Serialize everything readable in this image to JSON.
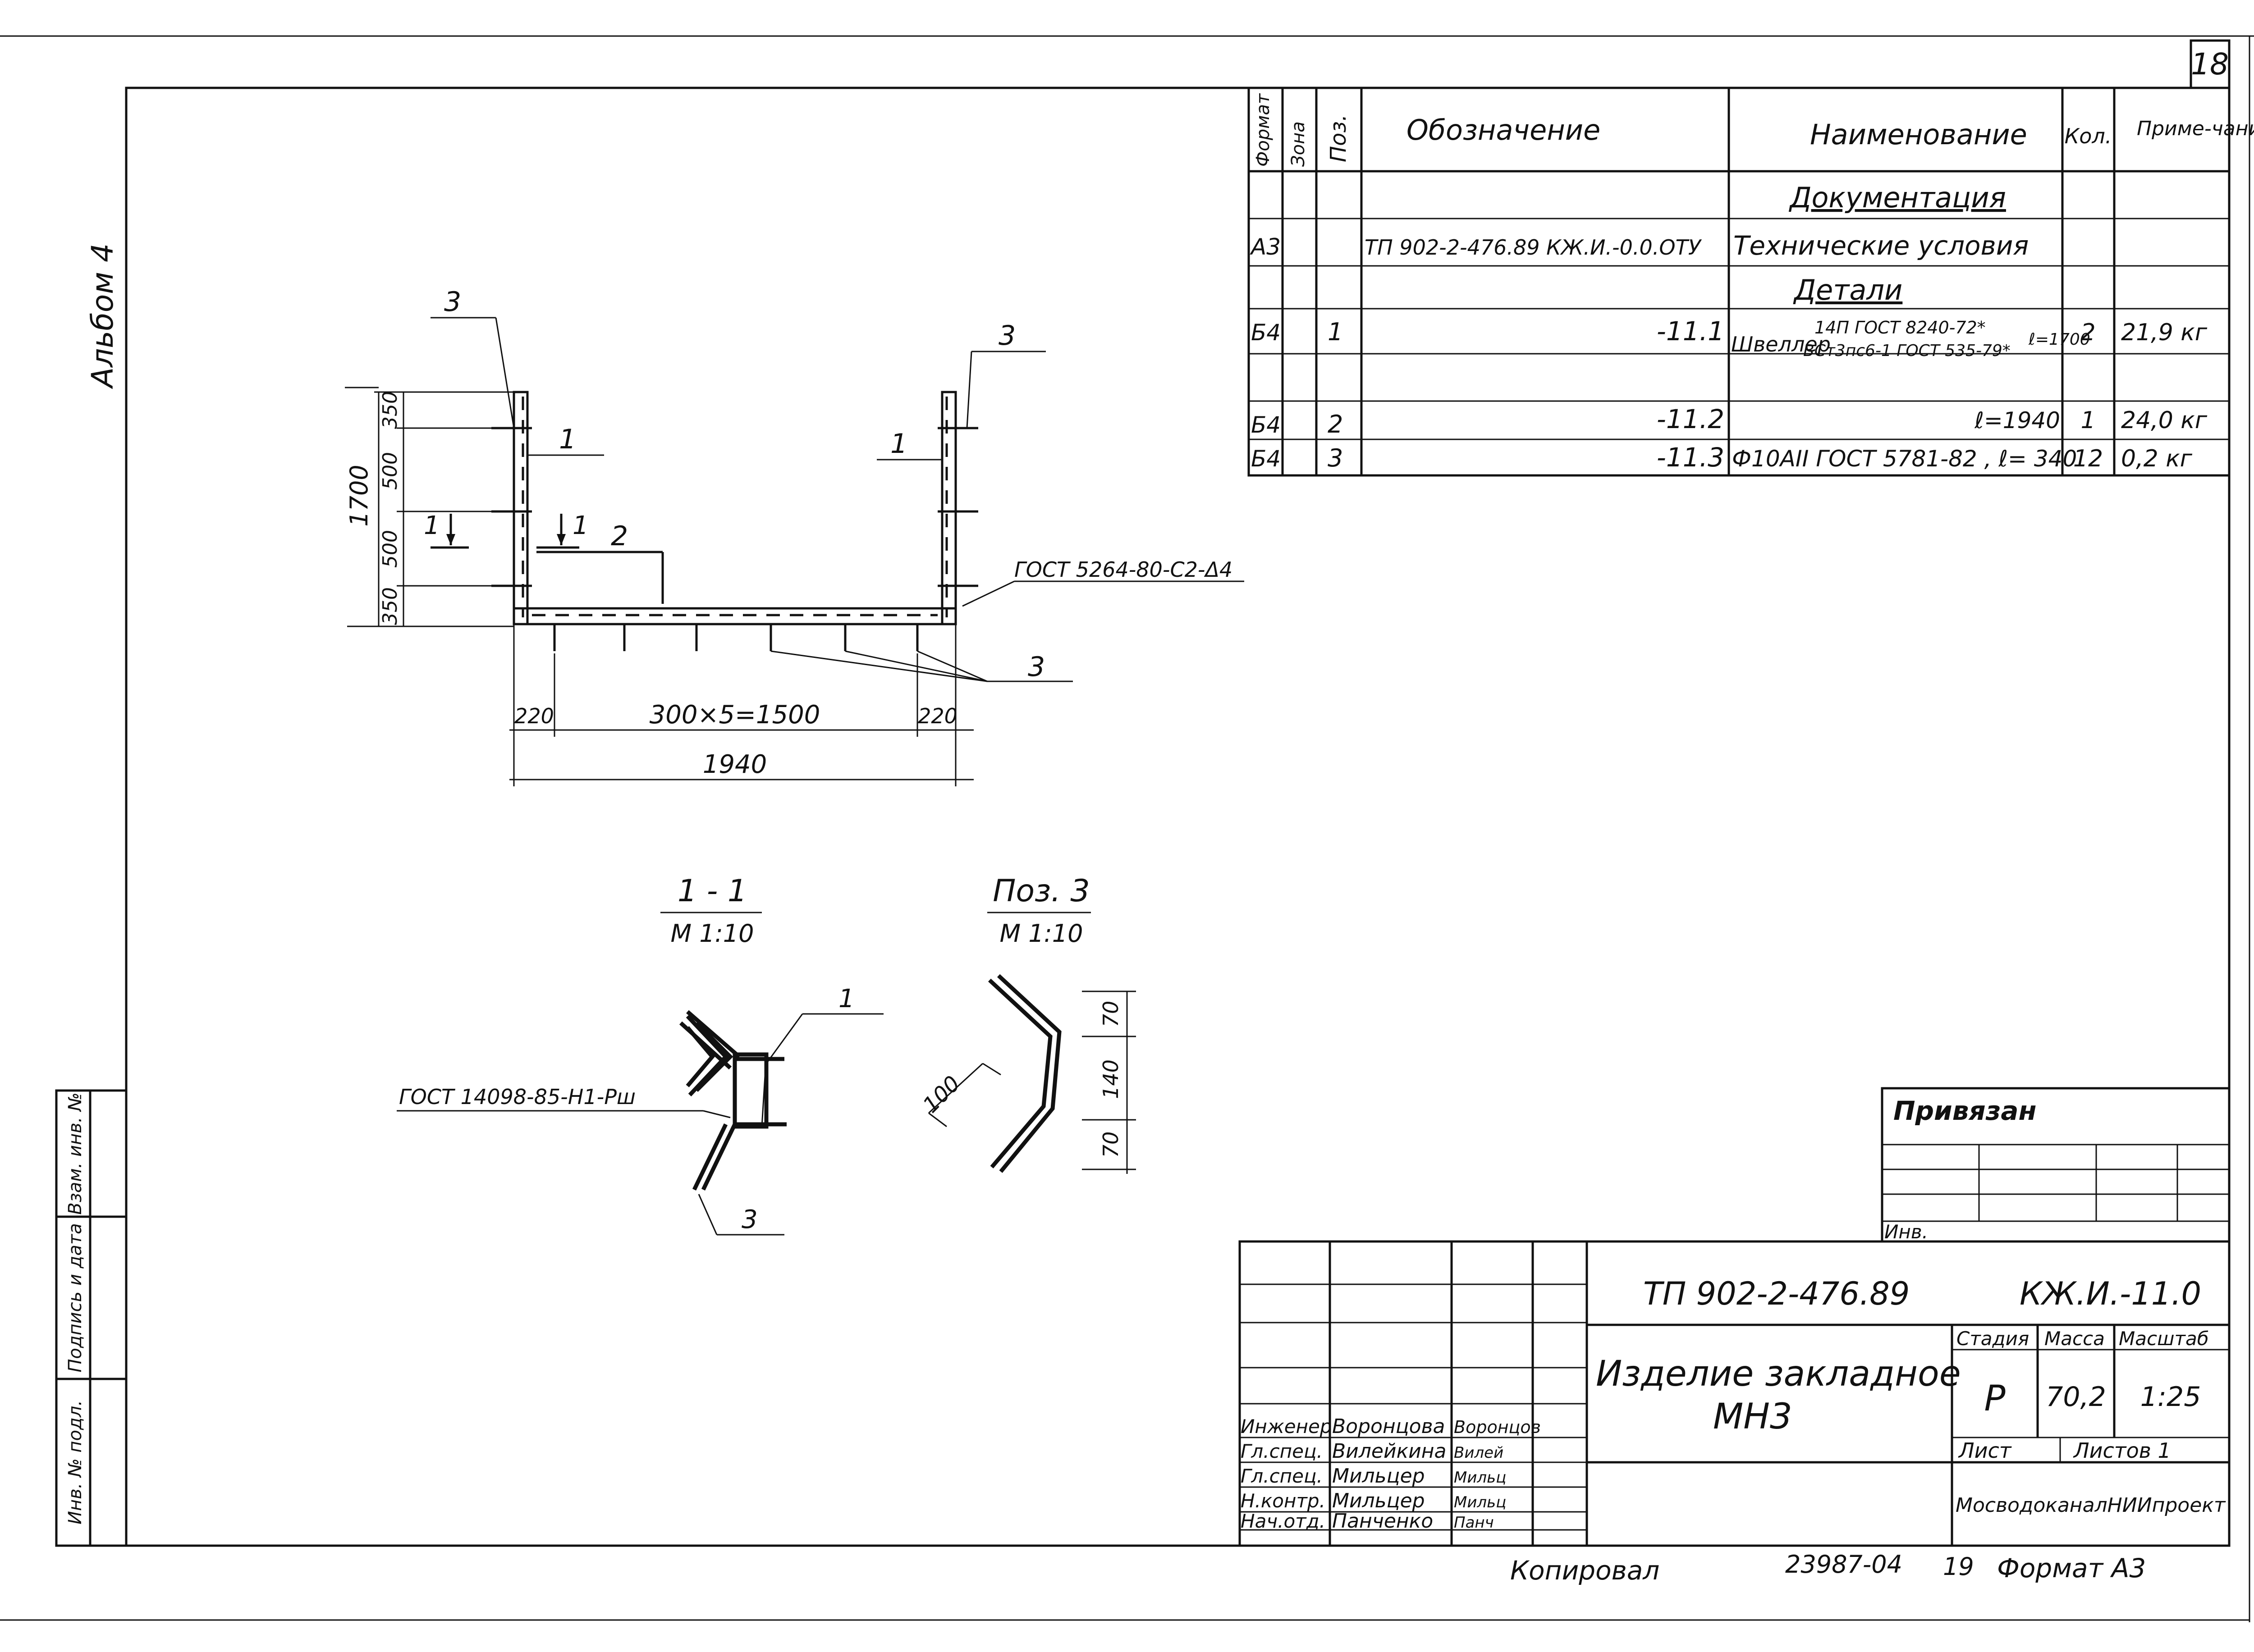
{
  "sheet": {
    "number": "18",
    "album": "Альбом 4"
  },
  "spec_table": {
    "headers": {
      "format": "Формат",
      "zone": "Зона",
      "pos": "Поз.",
      "designation": "Обозначение",
      "name": "Наименование",
      "qty": "Кол.",
      "note": "Приме-чание"
    },
    "sections": {
      "documentation": "Документация",
      "details": "Детали"
    },
    "rows": [
      {
        "format": "А3",
        "pos": "",
        "designation": "ТП 902-2-476.89 КЖ.И.-0.0.ОТУ",
        "name": "Технические условия",
        "qty": "",
        "note": ""
      },
      {
        "format": "Б4",
        "pos": "1",
        "designation": "-11.1",
        "name": "Швеллер",
        "name_top": "14П ГОСТ 8240-72*",
        "name_bottom": "ВСт3пс6-1 ГОСТ 535-79*",
        "length": "ℓ=1700",
        "qty": "2",
        "note": "21,9 кг"
      },
      {
        "format": "Б4",
        "pos": "2",
        "designation": "-11.2",
        "name": "ℓ=1940",
        "qty": "1",
        "note": "24,0 кг"
      },
      {
        "format": "Б4",
        "pos": "3",
        "designation": "-11.3",
        "name": "Ф10АII ГОСТ 5781-82 , ℓ= 340",
        "qty": "12",
        "note": "0,2 кг"
      }
    ]
  },
  "drawing": {
    "leaders": {
      "pos1": "1",
      "pos2": "2",
      "pos3": "3",
      "section_mark": "1"
    },
    "weld_note": "ГОСТ 5264-80-С2-Δ4",
    "dims": {
      "height_total": "1700",
      "height_parts": [
        "350",
        "500",
        "500",
        "350"
      ],
      "width_total": "1940",
      "width_parts": [
        "220",
        "300×5=1500",
        "220"
      ]
    }
  },
  "section_view": {
    "title": "1 - 1",
    "scale": "М 1:10",
    "weld_note": "ГОСТ 14098-85-Н1-Рш",
    "leaders": {
      "pos1": "1",
      "pos3": "3"
    }
  },
  "pos3_view": {
    "title": "Поз. 3",
    "scale": "М 1:10",
    "dims": {
      "leg": "100",
      "top": "70",
      "middle": "140",
      "bottom": "70"
    }
  },
  "privyazan": {
    "title": "Привязан",
    "inv": "Инв."
  },
  "title_block": {
    "doc_code": "ТП 902-2-476.89",
    "sheet_code": "КЖ.И.-11.0",
    "item_name_line1": "Изделие закладное",
    "item_name_line2": "МН3",
    "stage_label": "Стадия",
    "mass_label": "Масса",
    "scale_label": "Масштаб",
    "stage": "Р",
    "mass": "70,2",
    "scale": "1:25",
    "sheet_label": "Лист",
    "sheets_label": "Листов 1",
    "organization": "МосводоканалНИИпроект",
    "signatures": [
      {
        "role": "Инженер",
        "name": "Воронцова",
        "sign": "Воронцов"
      },
      {
        "role": "Гл.спец.",
        "name": "Вилейкина",
        "sign": "Вилей"
      },
      {
        "role": "Гл.спец.",
        "name": "Мильцер",
        "sign": "Мильц"
      },
      {
        "role": "Н.контр.",
        "name": "Мильцер",
        "sign": "Мильц"
      },
      {
        "role": "Нач.отд.",
        "name": "Панченко",
        "sign": "Панч"
      }
    ]
  },
  "side_stamp": {
    "inv_podl": "Инв. № подл.",
    "sign_date": "Подпись и дата",
    "vzam_inv": "Взам. инв. №"
  },
  "footer": {
    "copied": "Копировал",
    "order": "23987-04",
    "num": "19",
    "format": "Формат А3"
  },
  "colors": {
    "ink": "#111111",
    "paper": "#ffffff"
  }
}
